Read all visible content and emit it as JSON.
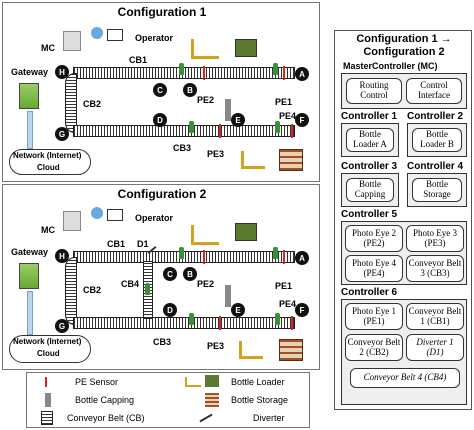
{
  "config1": {
    "title": "Configuration 1",
    "labels": {
      "mc": "MC",
      "operator": "Operator",
      "gateway": "Gateway",
      "cb1": "CB1",
      "cb2": "CB2",
      "cb3": "CB3",
      "pe1": "PE1",
      "pe2": "PE2",
      "pe3": "PE3",
      "pe4": "PE4",
      "network": "Network (Internet)",
      "cloud": "Cloud"
    },
    "nodes": [
      "H",
      "A",
      "B",
      "C",
      "D",
      "E",
      "F",
      "G"
    ]
  },
  "config2": {
    "title": "Configuration 2",
    "labels": {
      "mc": "MC",
      "operator": "Operator",
      "gateway": "Gateway",
      "cb1": "CB1",
      "cb2": "CB2",
      "cb3": "CB3",
      "cb4": "CB4",
      "d1": "D1",
      "pe1": "PE1",
      "pe2": "PE2",
      "pe3": "PE3",
      "pe4": "PE4",
      "network": "Network (Internet)",
      "cloud": "Cloud"
    },
    "nodes": [
      "H",
      "A",
      "B",
      "C",
      "D",
      "E",
      "F",
      "G"
    ]
  },
  "legend": {
    "pe_sensor": "PE Sensor",
    "bottle_capping": "Bottle Capping",
    "conveyor_belt": "Conveyor Belt (CB)",
    "bottle_loader": "Bottle Loader",
    "bottle_storage": "Bottle Storage",
    "diverter": "Diverter"
  },
  "controllers": {
    "title_line1": "Configuration 1 →",
    "title_line2": "Configuration 2",
    "mc_title": "MasterController (MC)",
    "mc_items": [
      "Routing Control",
      "Control Interface"
    ],
    "c1_title": "Controller 1",
    "c1_items": [
      "Bottle Loader A"
    ],
    "c2_title": "Controller 2",
    "c2_items": [
      "Bottle Loader B"
    ],
    "c3_title": "Controller 3",
    "c3_items": [
      "Bottle Capping"
    ],
    "c4_title": "Controller 4",
    "c4_items": [
      "Bottle Storage"
    ],
    "c5_title": "Controller 5",
    "c5_items": [
      "Photo Eye 2 (PE2)",
      "Photo Eye 3 (PE3)",
      "Photo Eye 4 (PE4)",
      "Conveyor Belt 3 (CB3)"
    ],
    "c6_title": "Controller 6",
    "c6_items": [
      "Photo Eye 1 (PE1)",
      "Conveyor Belt 1 (CB1)",
      "Conveyor Belt 2 (CB2)",
      "Diverter 1 (D1)",
      "Conveyor Belt 4 (CB4)"
    ]
  }
}
